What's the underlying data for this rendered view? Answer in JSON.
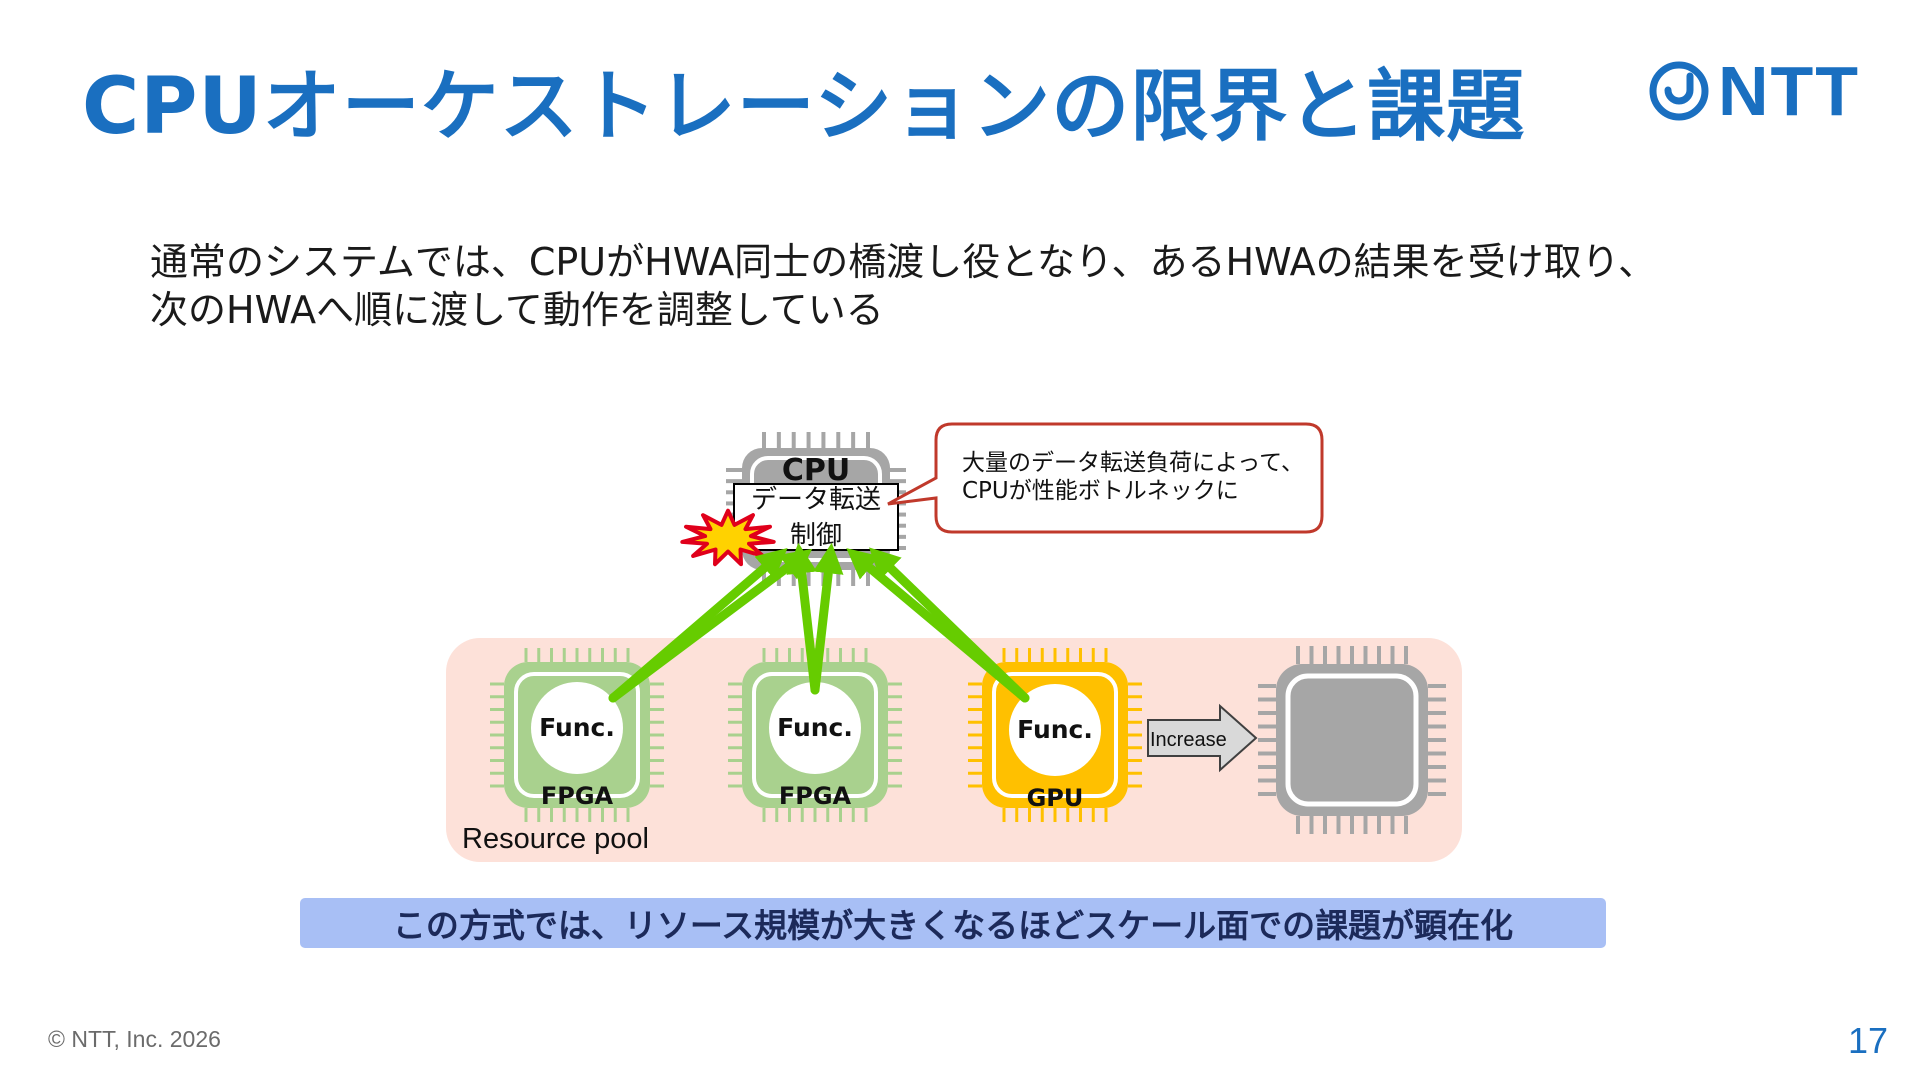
{
  "slide": {
    "title": "CPUオーケストレーションの限界と課題",
    "intro_lines": [
      "通常のシステムでは、CPUがHWA同士の橋渡し役となり、あるHWAの結果を受け取り、",
      "次のHWAへ順に渡して動作を調整している"
    ],
    "callout_lines": [
      "大量のデータ転送負荷によって、",
      "CPUが性能ボトルネックに"
    ],
    "conclusion": "この方式では、リソース規模が大きくなるほどスケール面での課題が顕在化",
    "footer": "© NTT, Inc.  2026",
    "page_number": "17"
  },
  "logo": {
    "text": "NTT",
    "icon": "ntt-logo-icon"
  },
  "diagram": {
    "cpu": {
      "label": "CPU",
      "box_lines": [
        "データ転送",
        "制御"
      ]
    },
    "pool_label": "Resource pool",
    "chips": [
      {
        "type": "FPGA",
        "func": "Func."
      },
      {
        "type": "FPGA",
        "func": "Func."
      },
      {
        "type": "GPU",
        "func": "Func."
      }
    ],
    "increase_label": "Increase",
    "icons": {
      "burst": "burst-icon",
      "empty_chip": "chip-icon"
    }
  },
  "colors": {
    "title": "#1a6fc0",
    "fpga": "#a9d18e",
    "gpu": "#ffc000",
    "pool_bg": "#fde1d9",
    "arrow": "#66cc00",
    "callout_border": "#c0392b",
    "banner": "#a8bff5",
    "chip_gray": "#a6a6a6"
  }
}
